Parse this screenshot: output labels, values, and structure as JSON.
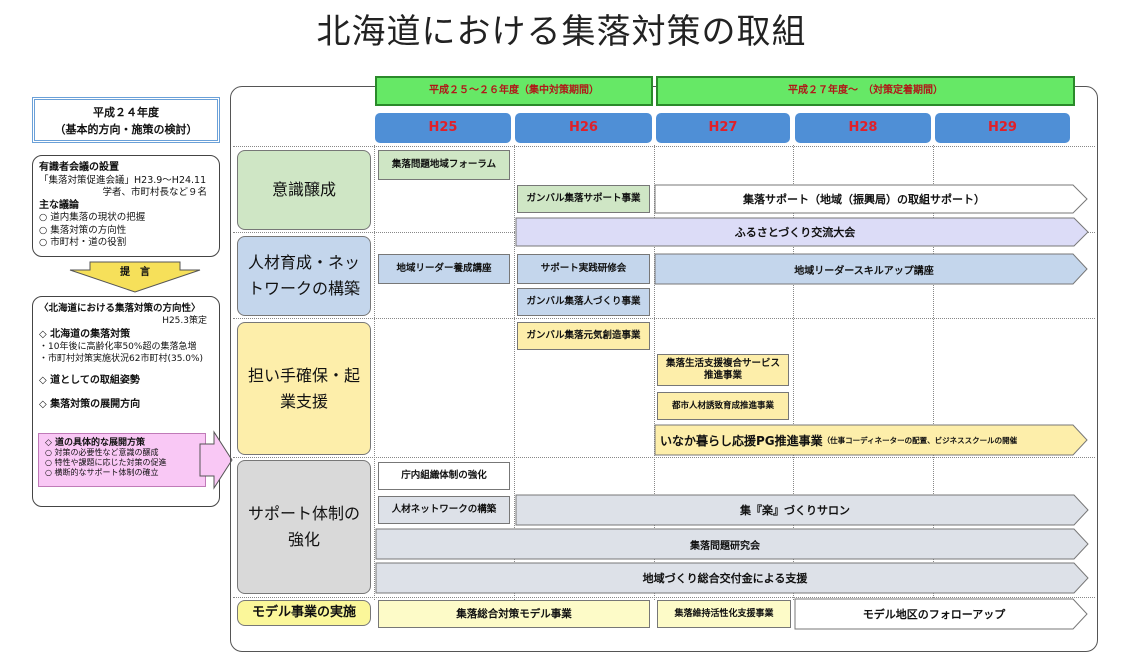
{
  "title": "北海道における集落対策の取組",
  "left": {
    "h24_title": "平成２４年度",
    "h24_sub": "（基本的方向・施策の検討）",
    "council_title": "有識者会議の設置",
    "council_line1": "「集落対策促進会議」H23.9～H24.11",
    "council_line2": "学者、市町村長など９名",
    "council_discuss": "主な議論",
    "council_items": [
      "○ 道内集落の現状の把握",
      "○ 集落対策の方向性",
      "○ 市町村・道の役割"
    ],
    "proposal": "提　言",
    "policy_title": "〈北海道における集落対策の方向性〉",
    "policy_date": "H25.3策定",
    "sec1": "◇ 北海道の集落対策",
    "sec1_items": [
      "・10年後に高齢化率50%超の集落急増",
      "・市町村対策実施状況62市町村(35.0%)"
    ],
    "sec2": "◇ 道としての取組姿勢",
    "sec3": "◇ 集落対策の展開方向",
    "sec4": "◇ 道の具体的な展開方策",
    "sec4_items": [
      "○ 対策の必要性など意識の醸成",
      "○ 特性や課題に応じた対策の促進",
      "○ 横断的なサポート体制の確立"
    ]
  },
  "periods": {
    "p1": "平成２５～２６年度（集中対策期間）",
    "p2": "平成２７年度～　（対策定着期間）"
  },
  "years": [
    "H25",
    "H26",
    "H27",
    "H28",
    "H29"
  ],
  "categories": {
    "c1": "意識醸成",
    "c2": "人材育成・ネットワークの構築",
    "c3": "担い手確保・起業支援",
    "c4": "サポート体制の強化",
    "c5": "モデル事業の実施"
  },
  "items": {
    "forum": "集落問題地域フォーラム",
    "ganbaru_support": "ガンバル集落サポート事業",
    "support_arrow": "集落サポート（地域（振興局）の取組サポート）",
    "furusato": "ふるさとづくり交流大会",
    "leader_training": "地域リーダー養成講座",
    "support_training": "サポート実践研修会",
    "leader_skill": "地域リーダースキルアップ講座",
    "ganbaru_hito": "ガンバル集落人づくり事業",
    "ganbaru_genki": "ガンバル集落元気創造事業",
    "life_support": "集落生活支援複合サービス推進事業",
    "urban_talent": "都市人材誘致育成推進事業",
    "inaka": "いなか暮らし応援PG推進事業",
    "inaka_sub": "（仕事コーディネーターの配置、ビジネススクールの開催",
    "internal": "庁内組織体制の強化",
    "network": "人材ネットワークの構築",
    "salon": "集『楽』づくりサロン",
    "research": "集落問題研究会",
    "grant": "地域づくり総合交付金による支援",
    "model": "集落総合対策モデル事業",
    "maintain": "集落維持活性化支援事業",
    "followup": "モデル地区のフォローアップ"
  },
  "colors": {
    "period_fill": "#66e866",
    "year_fill": "#4f8fd6",
    "year_text": "#e0202a",
    "green": "#cfe6c5",
    "blue": "#c4d6ec",
    "yellow": "#fdeeaa",
    "gray": "#d9d9d9",
    "pink": "#f9c8f5"
  }
}
